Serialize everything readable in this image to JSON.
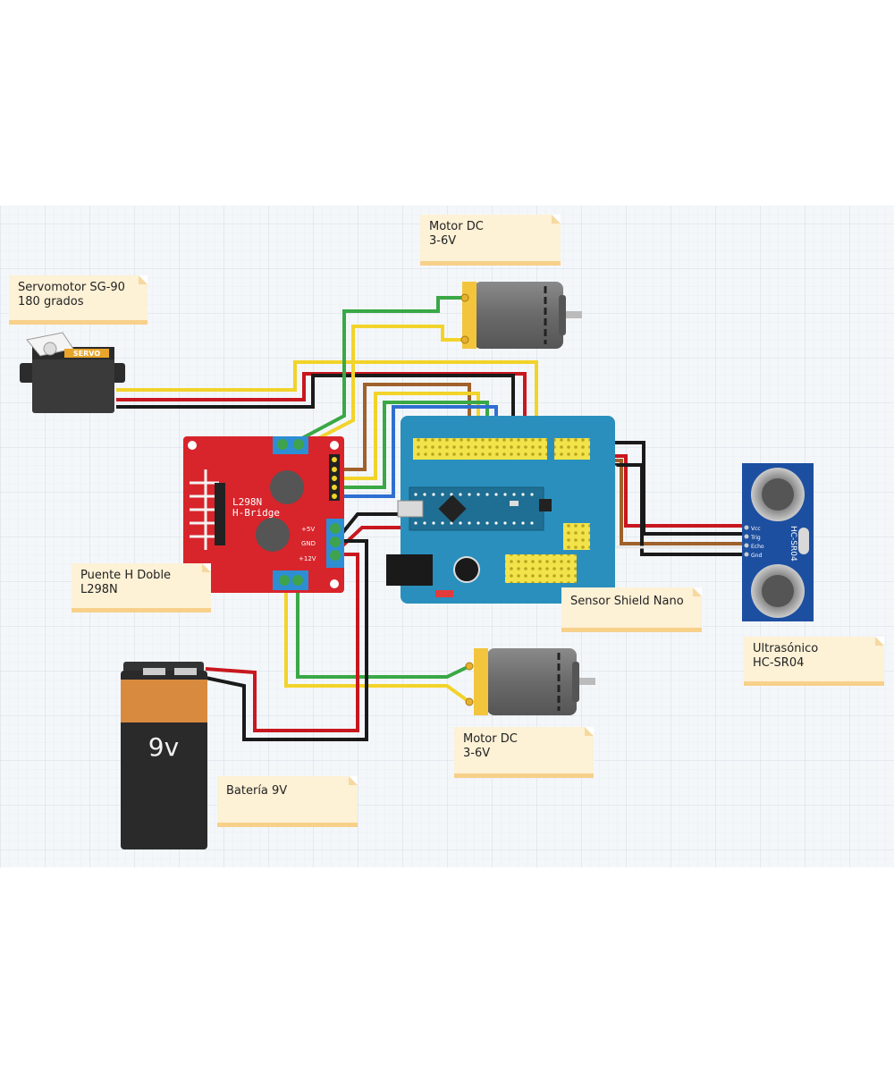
{
  "labels": {
    "servo": {
      "line1": "Servomotor SG-90",
      "line2": "180 grados"
    },
    "motor_top": {
      "line1": "Motor DC",
      "line2": "3-6V"
    },
    "motor_bottom": {
      "line1": "Motor DC",
      "line2": "3-6V"
    },
    "hbridge": {
      "line1": "Puente H Doble",
      "line2": "L298N"
    },
    "shield": {
      "line1": "Sensor Shield Nano"
    },
    "ultrasonic": {
      "line1": "Ultrasónico",
      "line2": "HC-SR04"
    },
    "battery": {
      "line1": "Batería 9V"
    }
  },
  "components": {
    "servo_text": "SERVO",
    "hbridge_chip": "L298N",
    "hbridge_title": "H-Bridge",
    "hbridge_pins": [
      "+5V",
      "GND",
      "+12V"
    ],
    "battery_text": "9v",
    "ultrasonic_text": "HC-SR04",
    "ultrasonic_pins": [
      "Vcc",
      "Trig",
      "Echo",
      "Gnd"
    ]
  },
  "colors": {
    "grid_bg": "#f4f7fa",
    "hbridge_board": "#d8242b",
    "shield_board": "#2a8fbd",
    "ultrasonic_board": "#1d4fa0",
    "wire_red": "#c8171e",
    "wire_black": "#1a1a1a",
    "wire_yellow": "#f2d32a",
    "wire_green": "#39a845",
    "wire_brown": "#a0612b",
    "wire_blue": "#2f6fd1",
    "note_bg": "#fdf1d6"
  }
}
